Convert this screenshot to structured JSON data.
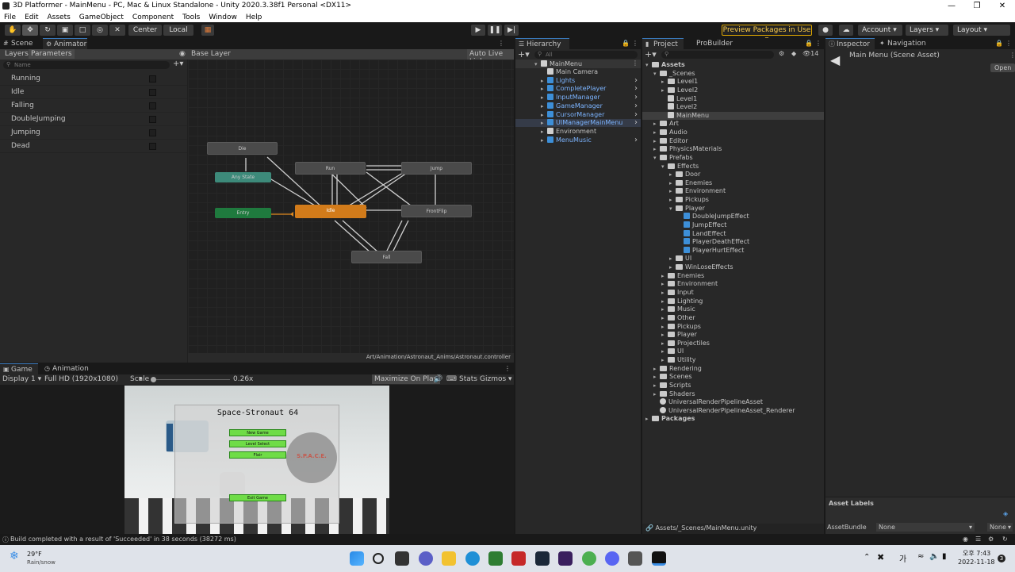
{
  "window": {
    "title": "3D Platformer - MainMenu - PC, Mac & Linux Standalone - Unity 2020.3.38f1 Personal <DX11>"
  },
  "menu": [
    "File",
    "Edit",
    "Assets",
    "GameObject",
    "Component",
    "Tools",
    "Window",
    "Help"
  ],
  "toolbar": {
    "center": "Center",
    "local": "Local",
    "preview_packages": "Preview Packages in Use",
    "account": "Account",
    "layers": "Layers",
    "layout": "Layout"
  },
  "animator": {
    "tabs": [
      "Scene",
      "Animator"
    ],
    "subtabs": [
      "Layers",
      "Parameters"
    ],
    "search_placeholder": "Name",
    "base_layer": "Base Layer",
    "auto_live_link": "Auto Live Link",
    "path": "Art/Animation/Astronaut_Anims/Astronaut.controller",
    "parameters": [
      "Running",
      "Idle",
      "Falling",
      "DoubleJumping",
      "Jumping",
      "Dead"
    ],
    "nodes": {
      "die": "Die",
      "any_state": "Any State",
      "entry": "Entry",
      "run": "Run",
      "jump": "Jump",
      "idle": "Idle",
      "frontflip": "FrontFlip",
      "fall": "Fall"
    }
  },
  "game": {
    "tabs": [
      "Game",
      "Animation"
    ],
    "display": "Display 1",
    "resolution": "Full HD (1920x1080)",
    "scale_label": "Scale",
    "scale_value": "0.26x",
    "maximize": "Maximize On Play",
    "stats": "Stats",
    "gizmos": "Gizmos",
    "menu_title": "Space-Stronaut 64",
    "buttons": [
      "New Game",
      "Level Select",
      "Flair",
      "Exit Game"
    ],
    "logo_text": "S.P.A.C.E."
  },
  "hierarchy": {
    "tab": "Hierarchy",
    "search_placeholder": "All",
    "scene": "MainMenu",
    "items": [
      {
        "label": "Main Camera",
        "prefab": false
      },
      {
        "label": "Lights",
        "prefab": true
      },
      {
        "label": "CompletePlayer",
        "prefab": true
      },
      {
        "label": "InputManager",
        "prefab": true
      },
      {
        "label": "GameManager",
        "prefab": true
      },
      {
        "label": "CursorManager",
        "prefab": true
      },
      {
        "label": "UIManagerMainMenu",
        "prefab": true
      },
      {
        "label": "Environment",
        "prefab": false
      },
      {
        "label": "MenuMusic",
        "prefab": true
      }
    ]
  },
  "project": {
    "tabs": [
      "Project",
      "ProBuilder"
    ],
    "hidden_count": "14",
    "tree": [
      {
        "label": "Assets",
        "depth": 0,
        "kind": "folder"
      },
      {
        "label": "_Scenes",
        "depth": 1,
        "kind": "folder"
      },
      {
        "label": "Level1",
        "depth": 2,
        "kind": "folder"
      },
      {
        "label": "Level2",
        "depth": 2,
        "kind": "folder"
      },
      {
        "label": "Level1",
        "depth": 2,
        "kind": "scene"
      },
      {
        "label": "Level2",
        "depth": 2,
        "kind": "scene"
      },
      {
        "label": "MainMenu",
        "depth": 2,
        "kind": "scene"
      },
      {
        "label": "Art",
        "depth": 1,
        "kind": "folder"
      },
      {
        "label": "Audio",
        "depth": 1,
        "kind": "folder"
      },
      {
        "label": "Editor",
        "depth": 1,
        "kind": "folder"
      },
      {
        "label": "PhysicsMaterials",
        "depth": 1,
        "kind": "folder"
      },
      {
        "label": "Prefabs",
        "depth": 1,
        "kind": "folder"
      },
      {
        "label": "Effects",
        "depth": 2,
        "kind": "folder"
      },
      {
        "label": "Door",
        "depth": 3,
        "kind": "folder"
      },
      {
        "label": "Enemies",
        "depth": 3,
        "kind": "folder"
      },
      {
        "label": "Environment",
        "depth": 3,
        "kind": "folder"
      },
      {
        "label": "Pickups",
        "depth": 3,
        "kind": "folder"
      },
      {
        "label": "Player",
        "depth": 3,
        "kind": "folder"
      },
      {
        "label": "DoubleJumpEffect",
        "depth": 4,
        "kind": "prefab"
      },
      {
        "label": "JumpEffect",
        "depth": 4,
        "kind": "prefab"
      },
      {
        "label": "LandEffect",
        "depth": 4,
        "kind": "prefab"
      },
      {
        "label": "PlayerDeathEffect",
        "depth": 4,
        "kind": "prefab"
      },
      {
        "label": "PlayerHurtEffect",
        "depth": 4,
        "kind": "prefab"
      },
      {
        "label": "UI",
        "depth": 3,
        "kind": "folder"
      },
      {
        "label": "WinLoseEffects",
        "depth": 3,
        "kind": "folder"
      },
      {
        "label": "Enemies",
        "depth": 2,
        "kind": "folder"
      },
      {
        "label": "Environment",
        "depth": 2,
        "kind": "folder"
      },
      {
        "label": "Input",
        "depth": 2,
        "kind": "folder"
      },
      {
        "label": "Lighting",
        "depth": 2,
        "kind": "folder"
      },
      {
        "label": "Music",
        "depth": 2,
        "kind": "folder"
      },
      {
        "label": "Other",
        "depth": 2,
        "kind": "folder"
      },
      {
        "label": "Pickups",
        "depth": 2,
        "kind": "folder"
      },
      {
        "label": "Player",
        "depth": 2,
        "kind": "folder"
      },
      {
        "label": "Projectiles",
        "depth": 2,
        "kind": "folder"
      },
      {
        "label": "UI",
        "depth": 2,
        "kind": "folder"
      },
      {
        "label": "Utility",
        "depth": 2,
        "kind": "folder"
      },
      {
        "label": "Rendering",
        "depth": 1,
        "kind": "folder"
      },
      {
        "label": "Scenes",
        "depth": 1,
        "kind": "folder"
      },
      {
        "label": "Scripts",
        "depth": 1,
        "kind": "folder"
      },
      {
        "label": "Shaders",
        "depth": 1,
        "kind": "folder"
      },
      {
        "label": "UniversalRenderPipelineAsset",
        "depth": 1,
        "kind": "asset"
      },
      {
        "label": "UniversalRenderPipelineAsset_Renderer",
        "depth": 1,
        "kind": "asset"
      },
      {
        "label": "Packages",
        "depth": 0,
        "kind": "folder"
      }
    ],
    "footer_path": "Assets/_Scenes/MainMenu.unity"
  },
  "inspector": {
    "tabs": [
      "Inspector",
      "Navigation"
    ],
    "title": "Main Menu (Scene Asset)",
    "open": "Open",
    "asset_labels": "Asset Labels",
    "asset_bundle": "AssetBundle",
    "bundle_value": "None",
    "variant_value": "None"
  },
  "status": {
    "message": "Build completed with a result of 'Succeeded' in 38 seconds (38272 ms)"
  },
  "taskbar": {
    "weather_temp": "29°F",
    "weather_desc": "Rain/snow",
    "ime": "오후",
    "time": "7:43",
    "date": "2022-11-18",
    "lang": "가",
    "notif": "3"
  }
}
